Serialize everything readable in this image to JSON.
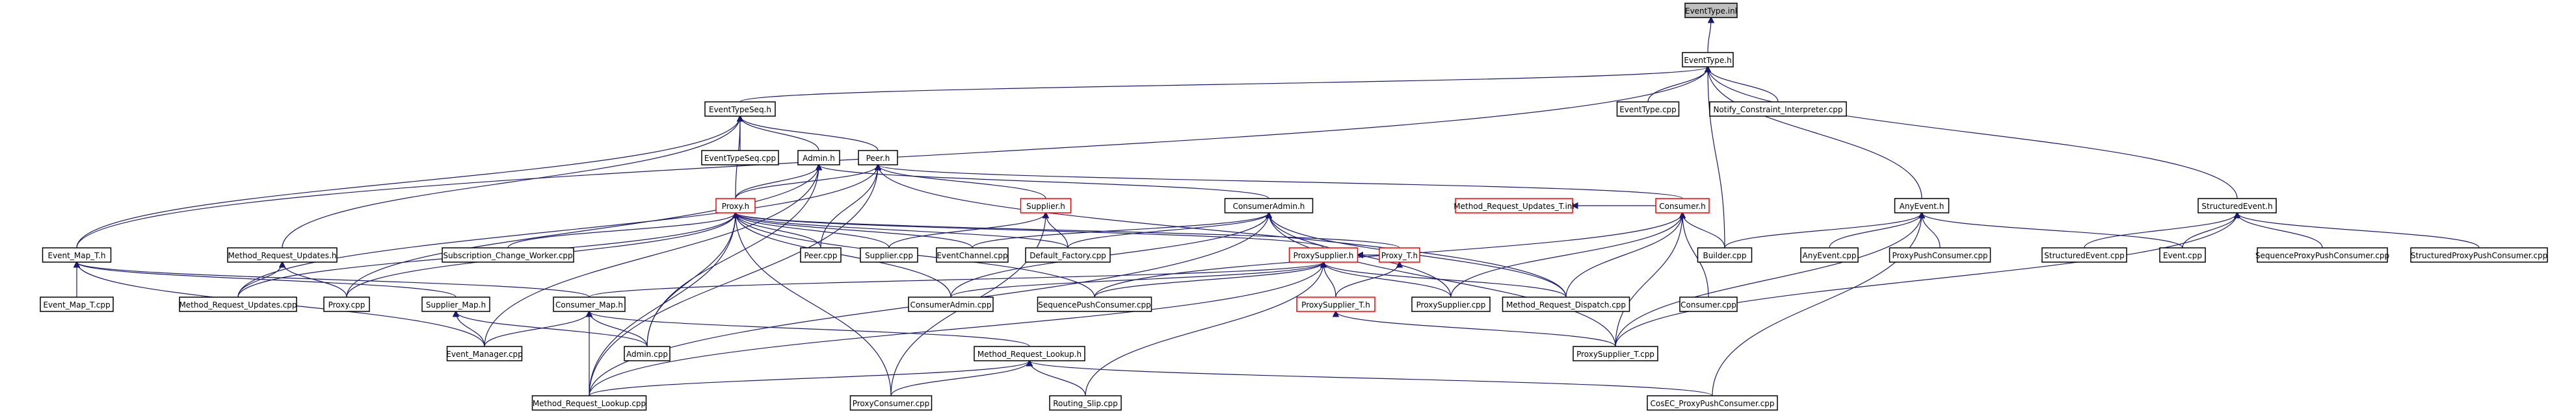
{
  "graph": {
    "edge_color": "#191970",
    "red_node_color": "#ff0000",
    "root_fill": "#bfbfbf",
    "nodes": [
      {
        "id": "eventtype_inl",
        "label": "EventType.inl",
        "style": "root"
      },
      {
        "id": "eventtype_h",
        "label": "EventType.h",
        "style": "normal"
      },
      {
        "id": "eventtypeseq_h",
        "label": "EventTypeSeq.h",
        "style": "normal"
      },
      {
        "id": "eventtype_cpp",
        "label": "EventType.cpp",
        "style": "normal"
      },
      {
        "id": "notify_ci_cpp",
        "label": "Notify_Constraint_Interpreter.cpp",
        "style": "normal"
      },
      {
        "id": "structuredevent_h",
        "label": "StructuredEvent.h",
        "style": "normal"
      },
      {
        "id": "eventtypeseq_cpp",
        "label": "EventTypeSeq.cpp",
        "style": "normal"
      },
      {
        "id": "admin_h",
        "label": "Admin.h",
        "style": "normal"
      },
      {
        "id": "peer_h",
        "label": "Peer.h",
        "style": "normal"
      },
      {
        "id": "mru_t_inl",
        "label": "Method_Request_Updates_T.inl",
        "style": "red"
      },
      {
        "id": "anyevent_h",
        "label": "AnyEvent.h",
        "style": "normal"
      },
      {
        "id": "proxy_h",
        "label": "Proxy.h",
        "style": "red"
      },
      {
        "id": "supplier_h",
        "label": "Supplier.h",
        "style": "red"
      },
      {
        "id": "consumeradmin_h",
        "label": "ConsumerAdmin.h",
        "style": "normal"
      },
      {
        "id": "consumer_h",
        "label": "Consumer.h",
        "style": "red"
      },
      {
        "id": "event_map_t_h",
        "label": "Event_Map_T.h",
        "style": "normal"
      },
      {
        "id": "mru_h",
        "label": "Method_Request_Updates.h",
        "style": "normal"
      },
      {
        "id": "scw_cpp",
        "label": "Subscription_Change_Worker.cpp",
        "style": "normal"
      },
      {
        "id": "peer_cpp",
        "label": "Peer.cpp",
        "style": "normal"
      },
      {
        "id": "supplier_cpp",
        "label": "Supplier.cpp",
        "style": "normal"
      },
      {
        "id": "eventchannel_cpp",
        "label": "EventChannel.cpp",
        "style": "normal"
      },
      {
        "id": "default_factory_cpp",
        "label": "Default_Factory.cpp",
        "style": "normal"
      },
      {
        "id": "proxysupplier_h",
        "label": "ProxySupplier.h",
        "style": "red"
      },
      {
        "id": "proxy_t_h",
        "label": "Proxy_T.h",
        "style": "red"
      },
      {
        "id": "builder_cpp",
        "label": "Builder.cpp",
        "style": "normal"
      },
      {
        "id": "anyevent_cpp",
        "label": "AnyEvent.cpp",
        "style": "normal"
      },
      {
        "id": "proxypushconsumer_cpp",
        "label": "ProxyPushConsumer.cpp",
        "style": "normal"
      },
      {
        "id": "structuredevent_cpp",
        "label": "StructuredEvent.cpp",
        "style": "normal"
      },
      {
        "id": "event_cpp",
        "label": "Event.cpp",
        "style": "normal"
      },
      {
        "id": "seqproxypushconsumer_cpp",
        "label": "SequenceProxyPushConsumer.cpp",
        "style": "normal"
      },
      {
        "id": "structproxypushconsumer_cpp",
        "label": "StructuredProxyPushConsumer.cpp",
        "style": "normal"
      },
      {
        "id": "event_map_t_cpp",
        "label": "Event_Map_T.cpp",
        "style": "normal"
      },
      {
        "id": "mru_cpp",
        "label": "Method_Request_Updates.cpp",
        "style": "normal"
      },
      {
        "id": "proxy_cpp",
        "label": "Proxy.cpp",
        "style": "normal"
      },
      {
        "id": "supplier_map_h",
        "label": "Supplier_Map.h",
        "style": "normal"
      },
      {
        "id": "consumer_map_h",
        "label": "Consumer_Map.h",
        "style": "normal"
      },
      {
        "id": "consumeradmin_cpp",
        "label": "ConsumerAdmin.cpp",
        "style": "normal"
      },
      {
        "id": "seqpushconsumer_cpp",
        "label": "SequencePushConsumer.cpp",
        "style": "normal"
      },
      {
        "id": "proxysupplier_t_h",
        "label": "ProxySupplier_T.h",
        "style": "red"
      },
      {
        "id": "proxysupplier_cpp",
        "label": "ProxySupplier.cpp",
        "style": "normal"
      },
      {
        "id": "mrd_cpp",
        "label": "Method_Request_Dispatch.cpp",
        "style": "normal"
      },
      {
        "id": "consumer_cpp",
        "label": "Consumer.cpp",
        "style": "normal"
      },
      {
        "id": "event_manager_cpp",
        "label": "Event_Manager.cpp",
        "style": "normal"
      },
      {
        "id": "admin_cpp",
        "label": "Admin.cpp",
        "style": "normal"
      },
      {
        "id": "proxysupplier_t_cpp",
        "label": "ProxySupplier_T.cpp",
        "style": "normal"
      },
      {
        "id": "mrl_h",
        "label": "Method_Request_Lookup.h",
        "style": "normal"
      },
      {
        "id": "mrl_cpp",
        "label": "Method_Request_Lookup.cpp",
        "style": "normal"
      },
      {
        "id": "proxyconsumer_cpp",
        "label": "ProxyConsumer.cpp",
        "style": "normal"
      },
      {
        "id": "routing_slip_cpp",
        "label": "Routing_Slip.cpp",
        "style": "normal"
      },
      {
        "id": "cosec_ppc_cpp",
        "label": "CosEC_ProxyPushConsumer.cpp",
        "style": "normal"
      }
    ],
    "edges": [
      [
        "eventtype_inl",
        "eventtype_h"
      ],
      [
        "eventtype_h",
        "eventtypeseq_h"
      ],
      [
        "eventtype_h",
        "eventtype_cpp"
      ],
      [
        "eventtype_h",
        "notify_ci_cpp"
      ],
      [
        "eventtype_h",
        "structuredevent_h"
      ],
      [
        "eventtype_h",
        "anyevent_h"
      ],
      [
        "eventtype_h",
        "builder_cpp"
      ],
      [
        "eventtype_h",
        "event_map_t_h"
      ],
      [
        "eventtypeseq_h",
        "eventtypeseq_cpp"
      ],
      [
        "eventtypeseq_h",
        "admin_h"
      ],
      [
        "eventtypeseq_h",
        "peer_h"
      ],
      [
        "eventtypeseq_h",
        "proxy_h"
      ],
      [
        "eventtypeseq_h",
        "mru_h"
      ],
      [
        "eventtypeseq_h",
        "event_map_t_h"
      ],
      [
        "admin_h",
        "proxy_h"
      ],
      [
        "admin_h",
        "consumeradmin_h"
      ],
      [
        "admin_h",
        "proxy_cpp"
      ],
      [
        "admin_h",
        "admin_cpp"
      ],
      [
        "admin_h",
        "event_manager_cpp"
      ],
      [
        "peer_h",
        "proxy_h"
      ],
      [
        "peer_h",
        "supplier_h"
      ],
      [
        "peer_h",
        "consumer_h"
      ],
      [
        "peer_h",
        "peer_cpp"
      ],
      [
        "peer_h",
        "mrl_cpp"
      ],
      [
        "peer_h",
        "mru_cpp"
      ],
      [
        "peer_h",
        "mrd_cpp"
      ],
      [
        "mru_t_inl",
        "consumer_h"
      ],
      [
        "anyevent_h",
        "anyevent_cpp"
      ],
      [
        "anyevent_h",
        "builder_cpp"
      ],
      [
        "anyevent_h",
        "proxypushconsumer_cpp"
      ],
      [
        "anyevent_h",
        "event_cpp"
      ],
      [
        "anyevent_h",
        "proxysupplier_t_cpp"
      ],
      [
        "anyevent_h",
        "cosec_ppc_cpp"
      ],
      [
        "structuredevent_h",
        "structuredevent_cpp"
      ],
      [
        "structuredevent_h",
        "event_cpp"
      ],
      [
        "structuredevent_h",
        "seqproxypushconsumer_cpp"
      ],
      [
        "structuredevent_h",
        "structproxypushconsumer_cpp"
      ],
      [
        "structuredevent_h",
        "proxysupplier_t_cpp"
      ],
      [
        "proxy_h",
        "scw_cpp"
      ],
      [
        "proxy_h",
        "peer_cpp"
      ],
      [
        "proxy_h",
        "supplier_cpp"
      ],
      [
        "proxy_h",
        "eventchannel_cpp"
      ],
      [
        "proxy_h",
        "default_factory_cpp"
      ],
      [
        "proxy_h",
        "proxysupplier_h"
      ],
      [
        "proxy_h",
        "proxy_t_h"
      ],
      [
        "proxy_h",
        "mru_cpp"
      ],
      [
        "proxy_h",
        "proxy_cpp"
      ],
      [
        "proxy_h",
        "admin_cpp"
      ],
      [
        "proxy_h",
        "proxyconsumer_cpp"
      ],
      [
        "proxy_h",
        "consumeradmin_cpp"
      ],
      [
        "proxy_h",
        "seqpushconsumer_cpp"
      ],
      [
        "proxy_h",
        "mrl_cpp"
      ],
      [
        "supplier_h",
        "default_factory_cpp"
      ],
      [
        "supplier_h",
        "supplier_cpp"
      ],
      [
        "supplier_h",
        "proxyconsumer_cpp"
      ],
      [
        "consumeradmin_h",
        "default_factory_cpp"
      ],
      [
        "consumeradmin_h",
        "eventchannel_cpp"
      ],
      [
        "consumeradmin_h",
        "consumeradmin_cpp"
      ],
      [
        "consumeradmin_h",
        "proxysupplier_cpp"
      ],
      [
        "consumeradmin_h",
        "mrd_cpp"
      ],
      [
        "consumeradmin_h",
        "proxysupplier_t_cpp"
      ],
      [
        "consumeradmin_h",
        "mrl_cpp"
      ],
      [
        "consumer_h",
        "builder_cpp"
      ],
      [
        "consumer_h",
        "consumer_cpp"
      ],
      [
        "consumer_h",
        "mrd_cpp"
      ],
      [
        "consumer_h",
        "proxysupplier_cpp"
      ],
      [
        "consumer_h",
        "proxysupplier_t_cpp"
      ],
      [
        "consumer_h",
        "seqpushconsumer_cpp"
      ],
      [
        "event_map_t_h",
        "event_map_t_cpp"
      ],
      [
        "event_map_t_h",
        "supplier_map_h"
      ],
      [
        "event_map_t_h",
        "consumer_map_h"
      ],
      [
        "event_map_t_h",
        "event_manager_cpp"
      ],
      [
        "mru_h",
        "mru_cpp"
      ],
      [
        "mru_h",
        "proxy_cpp"
      ],
      [
        "proxysupplier_h",
        "proxy_t_h"
      ],
      [
        "proxysupplier_h",
        "proxysupplier_t_h"
      ],
      [
        "proxysupplier_h",
        "proxysupplier_cpp"
      ],
      [
        "proxysupplier_h",
        "consumeradmin_cpp"
      ],
      [
        "proxysupplier_h",
        "seqpushconsumer_cpp"
      ],
      [
        "proxysupplier_h",
        "mrd_cpp"
      ],
      [
        "proxysupplier_h",
        "consumer_map_h"
      ],
      [
        "proxysupplier_h",
        "routing_slip_cpp"
      ],
      [
        "proxysupplier_h",
        "mrl_cpp"
      ],
      [
        "proxy_t_h",
        "proxysupplier_t_h"
      ],
      [
        "proxysupplier_t_h",
        "proxysupplier_t_cpp"
      ],
      [
        "supplier_map_h",
        "event_manager_cpp"
      ],
      [
        "supplier_map_h",
        "admin_cpp"
      ],
      [
        "consumer_map_h",
        "event_manager_cpp"
      ],
      [
        "consumer_map_h",
        "admin_cpp"
      ],
      [
        "consumer_map_h",
        "mrl_h"
      ],
      [
        "consumer_map_h",
        "mrl_cpp"
      ],
      [
        "mrl_h",
        "mrl_cpp"
      ],
      [
        "mrl_h",
        "proxyconsumer_cpp"
      ],
      [
        "mrl_h",
        "routing_slip_cpp"
      ],
      [
        "mrl_h",
        "cosec_ppc_cpp"
      ]
    ]
  }
}
